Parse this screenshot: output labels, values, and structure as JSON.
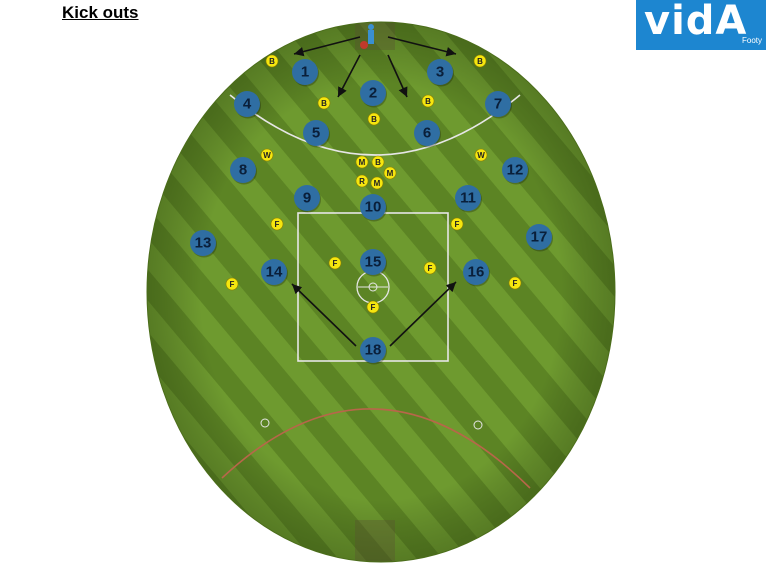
{
  "title": "Kick outs",
  "logo": {
    "word": "vidA",
    "sub": "Footy"
  },
  "colors": {
    "team_player": "#2f6ea3",
    "opposition_player": "#f5e60f",
    "grass_light": "#6e9a2f",
    "grass_dark": "#587f22"
  },
  "players": [
    {
      "label": "1"
    },
    {
      "label": "2"
    },
    {
      "label": "3"
    },
    {
      "label": "4"
    },
    {
      "label": "5"
    },
    {
      "label": "6"
    },
    {
      "label": "7"
    },
    {
      "label": "8"
    },
    {
      "label": "9"
    },
    {
      "label": "10"
    },
    {
      "label": "11"
    },
    {
      "label": "12"
    },
    {
      "label": "13"
    },
    {
      "label": "14"
    },
    {
      "label": "15"
    },
    {
      "label": "16"
    },
    {
      "label": "17"
    },
    {
      "label": "18"
    }
  ],
  "opponents": [
    {
      "label": "B"
    },
    {
      "label": "B"
    },
    {
      "label": "B"
    },
    {
      "label": "B"
    },
    {
      "label": "B"
    },
    {
      "label": "W"
    },
    {
      "label": "W"
    },
    {
      "label": "M"
    },
    {
      "label": "B"
    },
    {
      "label": "M"
    },
    {
      "label": "R"
    },
    {
      "label": "M"
    },
    {
      "label": "F"
    },
    {
      "label": "F"
    },
    {
      "label": "F"
    },
    {
      "label": "F"
    },
    {
      "label": "F"
    },
    {
      "label": "F"
    },
    {
      "label": "F"
    }
  ]
}
